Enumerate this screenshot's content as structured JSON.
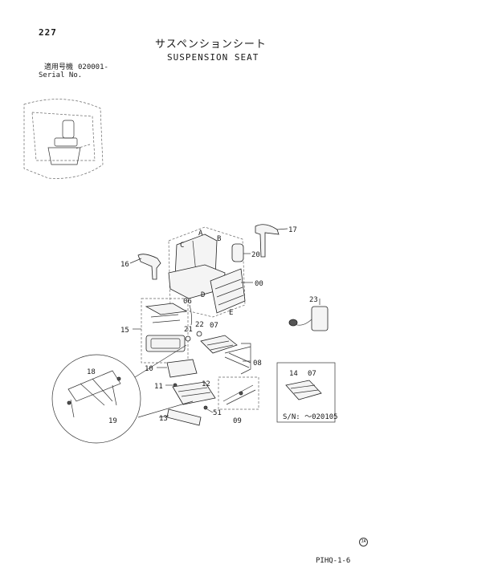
{
  "page_number": "227",
  "title_ja": "サスペンションシート",
  "title_en": "SUSPENSION SEAT",
  "serial": {
    "label_ja": "適用号機",
    "label_en": "Serial No.",
    "value": "020001-"
  },
  "callouts": {
    "c17": "17",
    "c16": "16",
    "c20": "20",
    "c00": "00",
    "c23": "23",
    "cA": "A",
    "cB": "B",
    "cC": "C",
    "cD": "D",
    "cE": "E",
    "c06": "06",
    "c15": "15",
    "c21": "21",
    "c22": "22",
    "c07": "07",
    "c08": "08",
    "c10": "10",
    "c11": "11",
    "c12": "12",
    "c13": "13",
    "c51": "51",
    "c09": "09",
    "c18": "18",
    "c19": "19",
    "c14b": "14",
    "c07b": "07"
  },
  "sn_note": "S/N: ～020105",
  "footer_code": "PIHQ-1-6",
  "circle_mark": "JA"
}
